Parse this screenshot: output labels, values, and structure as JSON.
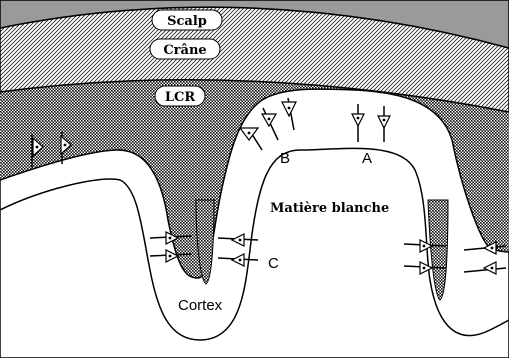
{
  "labels": {
    "scalp": "Scalp",
    "crane": "Crâne",
    "lcr": "LCR",
    "matiere": "Matière blanche",
    "cortex": "Cortex",
    "a": "A",
    "b": "B",
    "c": "C"
  },
  "colors": {
    "scalp_fill": "#9a9a9a",
    "line": "#000000",
    "background": "#ffffff"
  }
}
